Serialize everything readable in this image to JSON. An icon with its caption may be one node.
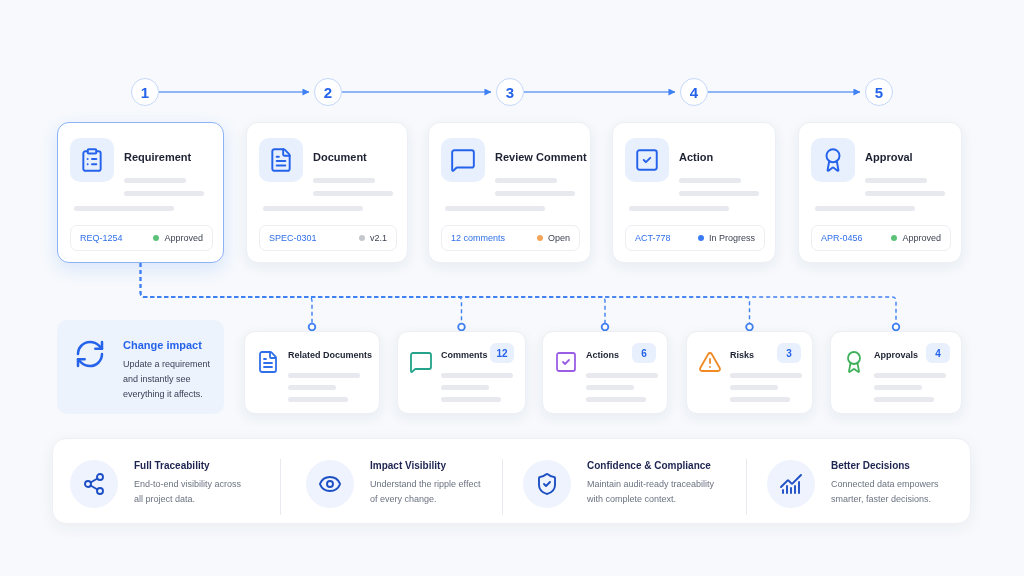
{
  "diagram": {
    "nodes": [
      {
        "text": [
          "1"
        ]
      },
      {
        "text": [
          "2"
        ]
      },
      {
        "text": [
          "3"
        ]
      },
      {
        "text": [
          "4"
        ]
      },
      {
        "text": [
          "5"
        ]
      },
      {
        "text": [
          "Requirement"
        ]
      },
      {
        "text": [
          "REQ-1254",
          "Approved"
        ],
        "in": 5
      },
      {
        "text": [
          "Document"
        ]
      },
      {
        "text": [
          "SPEC-0301",
          "v2.1"
        ],
        "in": 7
      },
      {
        "text": [
          "Review Comment"
        ]
      },
      {
        "text": [
          "12 comments",
          "Open"
        ],
        "in": 9
      },
      {
        "text": [
          "Action"
        ]
      },
      {
        "text": [
          "ACT-778",
          "In Progress"
        ],
        "in": 11
      },
      {
        "text": [
          "Approval"
        ]
      },
      {
        "text": [
          "APR-0456",
          "Approved"
        ],
        "in": 13
      },
      {
        "text": [
          "Change impact",
          "Update a requirement and instantly see everything it affects."
        ]
      },
      {
        "text": [
          "Related Documents"
        ]
      },
      {
        "text": [
          "Comments",
          "12"
        ]
      },
      {
        "text": [
          "Actions",
          "6"
        ]
      },
      {
        "text": [
          "Risks",
          "3"
        ]
      },
      {
        "text": [
          "Approvals",
          "4"
        ]
      },
      {
        "text": [
          "Full Traceability",
          "End-to-end visibility across all project data.",
          "Impact Visibility",
          "Understand the ripple effect of every change.",
          "Confidence & Compliance",
          "Maintain audit-ready traceability with complete context.",
          "Better Decisions",
          "Connected data empowers smarter, faster decisions."
        ]
      }
    ],
    "edges": [
      {
        "from": 0,
        "to": 1,
        "arrow": "to"
      },
      {
        "from": 1,
        "to": 2,
        "arrow": "to"
      },
      {
        "from": 2,
        "to": 3,
        "arrow": "to"
      },
      {
        "from": 3,
        "to": 4,
        "arrow": "to"
      },
      {
        "from": 5,
        "to": 16,
        "arrow": "other",
        "style": "dashed"
      },
      {
        "from": 5,
        "to": 17,
        "arrow": "other",
        "style": "dashed"
      },
      {
        "from": 5,
        "to": 18,
        "arrow": "other",
        "style": "dashed"
      },
      {
        "from": 5,
        "to": 19,
        "arrow": "other",
        "style": "dashed"
      },
      {
        "from": 5,
        "to": 20,
        "arrow": "other",
        "style": "dashed"
      }
    ]
  }
}
